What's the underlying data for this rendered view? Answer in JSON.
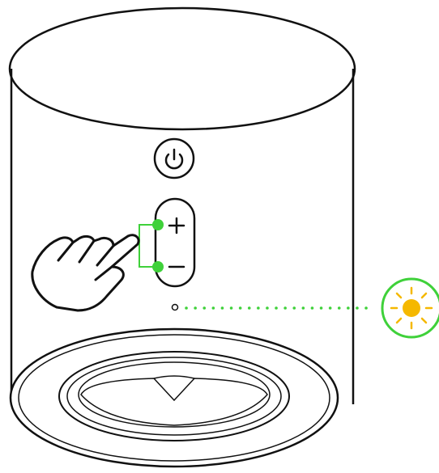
{
  "device": {
    "body_color": "#ffffff",
    "outline_color": "#111111"
  },
  "controls": {
    "power_button": {
      "icon": "power-icon"
    },
    "volume_rocker": {
      "plus": {
        "icon": "plus-icon"
      },
      "minus": {
        "icon": "minus-icon"
      }
    }
  },
  "callout": {
    "accent": "#3fd13a",
    "target_buttons": [
      "volume-up",
      "volume-down"
    ],
    "hand_icon": "pointing-hand-icon"
  },
  "led": {
    "indicator_icon": "led-dot-icon",
    "status_icon": "sun-icon",
    "status_color": "#f5b800",
    "ring_color": "#3fd13a",
    "connector": "dotted-line"
  }
}
